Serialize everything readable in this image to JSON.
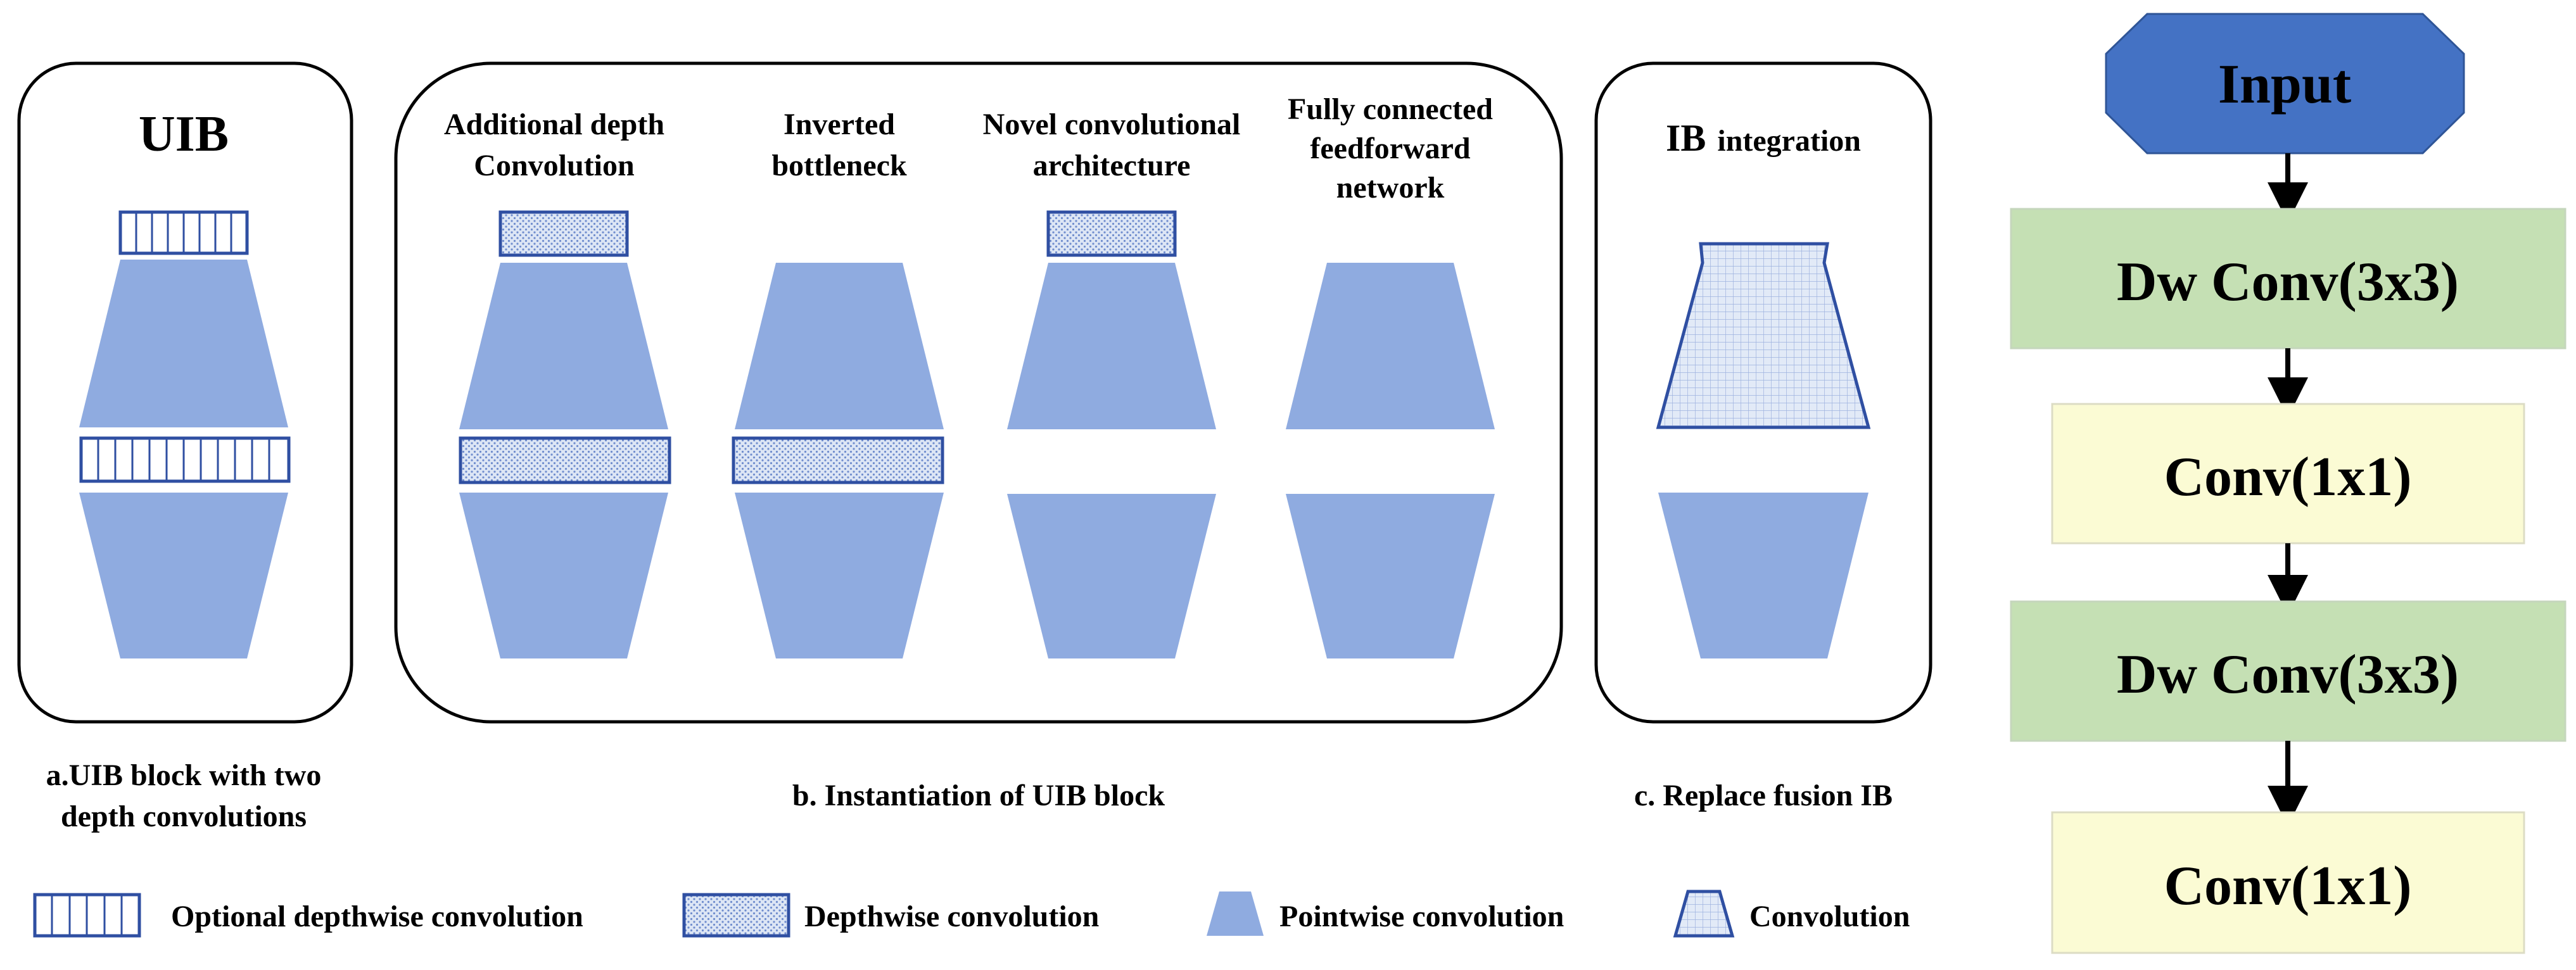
{
  "panel_a": {
    "title": "UIB",
    "caption_line1": "a.UIB block with two",
    "caption_line2": "depth convolutions"
  },
  "panel_b": {
    "columns": [
      {
        "label_line1": "Additional depth",
        "label_line2": "Convolution"
      },
      {
        "label_line1": "Inverted",
        "label_line2": "bottleneck"
      },
      {
        "label_line1": "Novel convolutional",
        "label_line2": "architecture"
      },
      {
        "label_line1": "Fully connected",
        "label_line2": "feedforward",
        "label_line3": "network"
      }
    ],
    "caption": "b. Instantiation of UIB block"
  },
  "panel_c": {
    "title_ib": "IB",
    "title_rest": "integration",
    "caption": "c. Replace fusion IB"
  },
  "legend": {
    "optional_depthwise": "Optional depthwise convolution",
    "depthwise": "Depthwise convolution",
    "pointwise": "Pointwise convolution",
    "convolution": "Convolution"
  },
  "flow": {
    "input": "Input",
    "steps": [
      "Dw Conv(3x3)",
      "Conv(1x1)",
      "Dw Conv(3x3)",
      "Conv(1x1)"
    ]
  },
  "colors": {
    "pointwise_fill": "#8fabe0",
    "depthwise_fill": "#dde6f5",
    "border_blue": "#2f4fa2",
    "input_fill": "#4472c4",
    "dw_fill": "#c5e0b4",
    "conv_fill": "#fbfbd4"
  }
}
